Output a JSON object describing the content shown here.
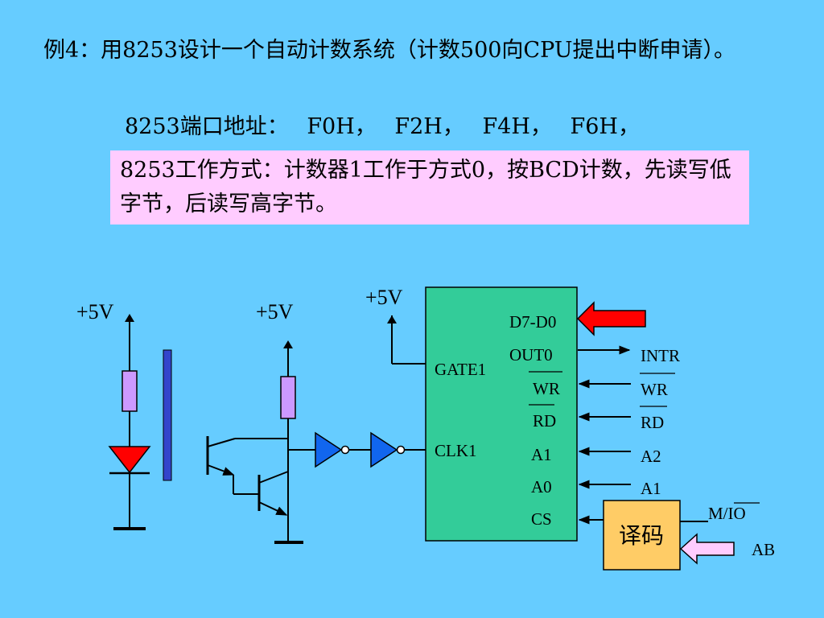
{
  "slide": {
    "title": "例4：用8253设计一个自动计数系统（计数500向CPU提出中断申请）。",
    "ports_label": "8253端口地址：",
    "ports": [
      "F0H，",
      "F2H，",
      "F4H，",
      "F6H，"
    ],
    "mode_text": "8253工作方式：计数器1工作于方式0，按BCD计数，先读写低字节，后读写高字节。"
  },
  "circuit": {
    "vcc_left": "+5V",
    "vcc_mid": "+5V",
    "vcc_gate": "+5V",
    "chip_pins_left": {
      "gate": "GATE1",
      "clk": "CLK1"
    },
    "chip_pins_right": {
      "data": "D7-D0",
      "out": "OUT0",
      "wr": "WR",
      "rd": "RD",
      "a1": "A1",
      "a0": "A0",
      "cs": "CS"
    },
    "bus_signals": {
      "intr": "INTR",
      "wr": "WR",
      "rd": "RD",
      "a2": "A2",
      "a1": "A1",
      "mio": "M/IO",
      "ab": "AB"
    },
    "decoder_label": "译码",
    "colors": {
      "background": "#66ccff",
      "chip": "#33cc99",
      "decoder": "#ffcc66",
      "mode_box": "#ffccff",
      "resistor": "#cc99ff",
      "led": "#ff0000",
      "bar": "#3344cc",
      "inverter": "#1166ee",
      "data_arrow": "#ff0000",
      "ab_arrow": "#ffccff"
    }
  }
}
